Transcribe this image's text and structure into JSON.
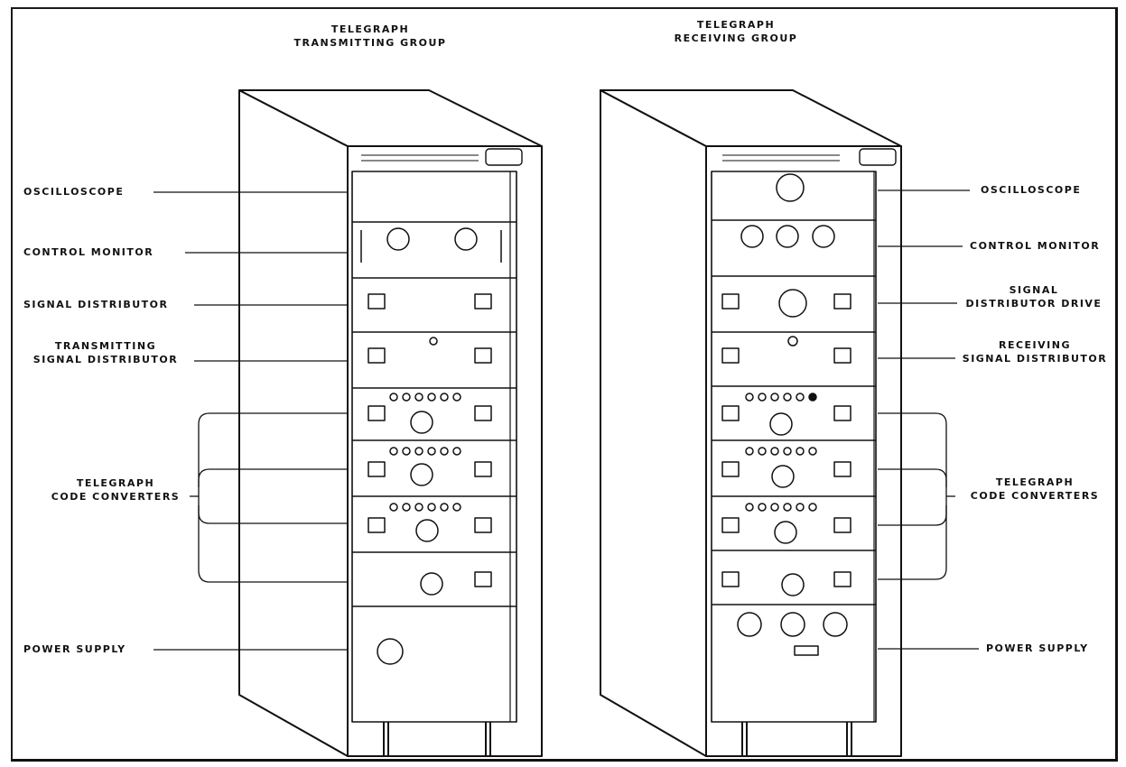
{
  "transmitting_group": {
    "title": "TELEGRAPH\nTRANSMITTING GROUP",
    "labels": {
      "oscilloscope": "OSCILLOSCOPE",
      "control_monitor": "CONTROL MONITOR",
      "signal_distributor": "SIGNAL DISTRIBUTOR",
      "transmitting_signal_distributor": "TRANSMITTING\nSIGNAL DISTRIBUTOR",
      "code_converters": "TELEGRAPH\nCODE CONVERTERS",
      "power_supply": "POWER SUPPLY"
    }
  },
  "receiving_group": {
    "title": "TELEGRAPH\nRECEIVING GROUP",
    "labels": {
      "oscilloscope": "OSCILLOSCOPE",
      "control_monitor": "CONTROL MONITOR",
      "signal_distributor_drive": "SIGNAL\nDISTRIBUTOR DRIVE",
      "receiving_signal_distributor": "RECEIVING\nSIGNAL DISTRIBUTOR",
      "code_converters": "TELEGRAPH\nCODE CONVERTERS",
      "power_supply": "POWER SUPPLY"
    }
  }
}
